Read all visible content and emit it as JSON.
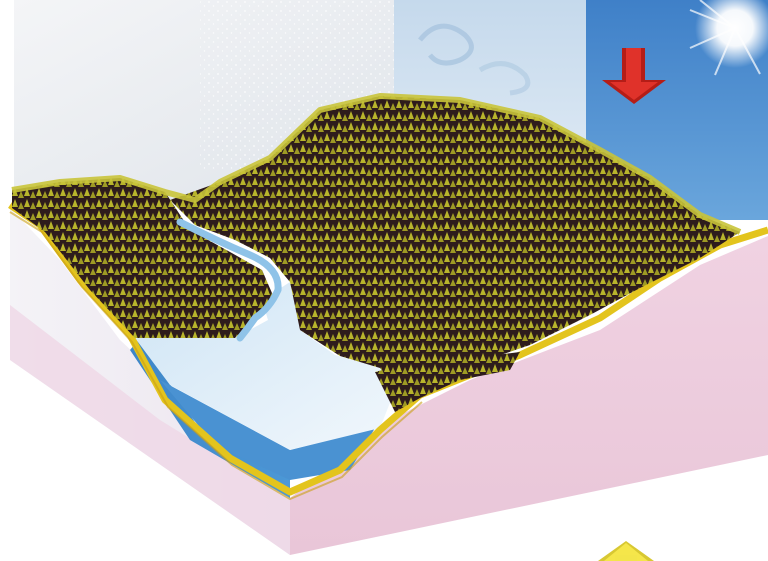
{
  "diagram": {
    "type": "landscape-cross-section-block",
    "panels": [
      "winter-sky-panel",
      "cloudy-sky-panel",
      "sunny-sky-panel"
    ],
    "layers": [
      "forest-cover",
      "soil-line",
      "lake-water",
      "ground-block"
    ],
    "arrows": [
      {
        "name": "downward-red-arrow",
        "direction": "down",
        "color": "#d42a20"
      },
      {
        "name": "upward-yellow-arrow",
        "direction": "up",
        "color": "#f5e64a"
      }
    ]
  },
  "colors": {
    "forest": "#a8a52a",
    "forest_dark": "#2c1a1a",
    "soil": "#e2c21c",
    "lake": "#d9ebf6",
    "lake_side": "#3b86c8",
    "ground_front": "#f1e9ef",
    "ground_side": "#e8c8d8",
    "sky_blue": "#4e8fd0"
  }
}
